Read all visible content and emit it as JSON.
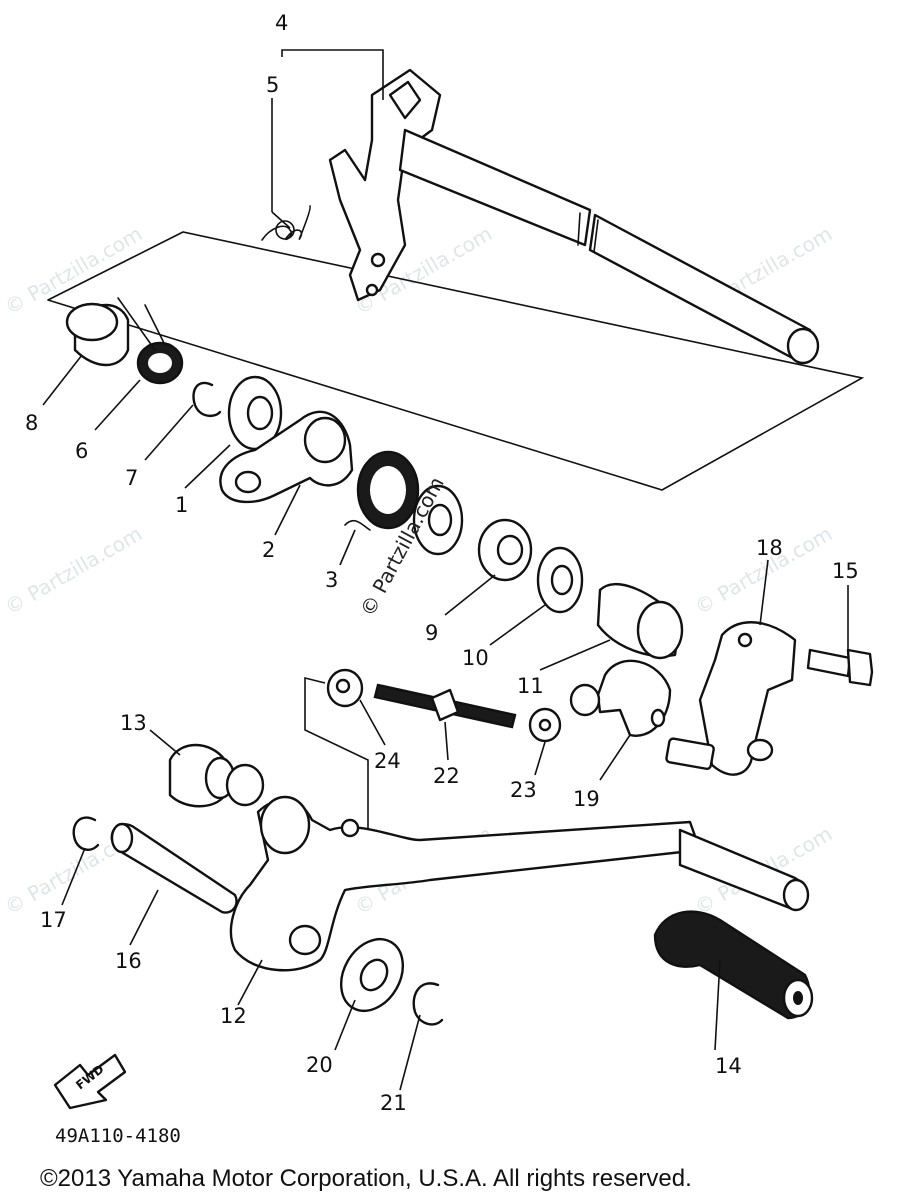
{
  "callouts": [
    {
      "id": "1",
      "text": "1"
    },
    {
      "id": "2",
      "text": "2"
    },
    {
      "id": "3",
      "text": "3"
    },
    {
      "id": "4",
      "text": "4"
    },
    {
      "id": "5",
      "text": "5"
    },
    {
      "id": "6",
      "text": "6"
    },
    {
      "id": "7",
      "text": "7"
    },
    {
      "id": "8",
      "text": "8"
    },
    {
      "id": "9",
      "text": "9"
    },
    {
      "id": "10",
      "text": "10"
    },
    {
      "id": "11",
      "text": "11"
    },
    {
      "id": "12",
      "text": "12"
    },
    {
      "id": "13",
      "text": "13"
    },
    {
      "id": "14",
      "text": "14"
    },
    {
      "id": "15",
      "text": "15"
    },
    {
      "id": "16",
      "text": "16"
    },
    {
      "id": "17",
      "text": "17"
    },
    {
      "id": "18",
      "text": "18"
    },
    {
      "id": "19",
      "text": "19"
    },
    {
      "id": "20",
      "text": "20"
    },
    {
      "id": "21",
      "text": "21"
    },
    {
      "id": "22",
      "text": "22"
    },
    {
      "id": "23",
      "text": "23"
    },
    {
      "id": "24",
      "text": "24"
    }
  ],
  "fwd_label": "FWD",
  "diagram_code": "49A110-4180",
  "copyright": "©2013 Yamaha Motor Corporation, U.S.A. All rights reserved.",
  "watermark": "© Partzilla.com",
  "center_watermark": "© Partzilla.com"
}
